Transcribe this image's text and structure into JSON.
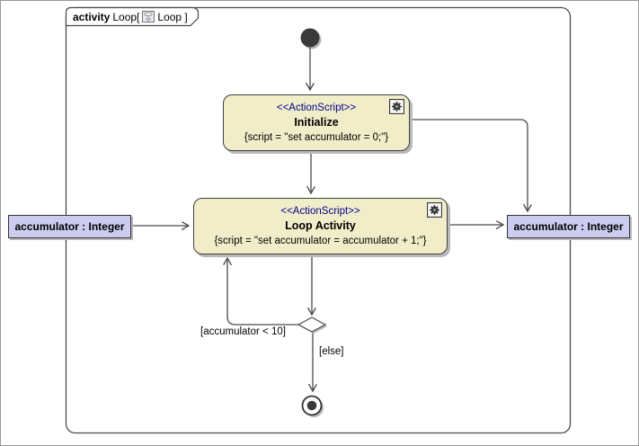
{
  "colors": {
    "action_fill": "#F1EDC9",
    "object_fill": "#CCCCF0",
    "stereotype_text": "#00008B",
    "edge": "#4A4A4A",
    "shadow": "#B9B9B9"
  },
  "frame": {
    "keyword": "activity",
    "label_before_icon": "Loop[",
    "label_after_icon": "Loop ]"
  },
  "actions": {
    "initialize": {
      "stereotype": "<<ActionScript>>",
      "name": "Initialize",
      "script": "{script = \"set accumulator = 0;\"}"
    },
    "loop": {
      "stereotype": "<<ActionScript>>",
      "name": "Loop Activity",
      "script": "{script = \"set accumulator = accumulator + 1;\"}"
    }
  },
  "object_nodes": {
    "left_label": "accumulator : Integer",
    "right_label": "accumulator : Integer"
  },
  "guards": {
    "loop_back": "[accumulator < 10]",
    "else_branch": "[else]"
  }
}
